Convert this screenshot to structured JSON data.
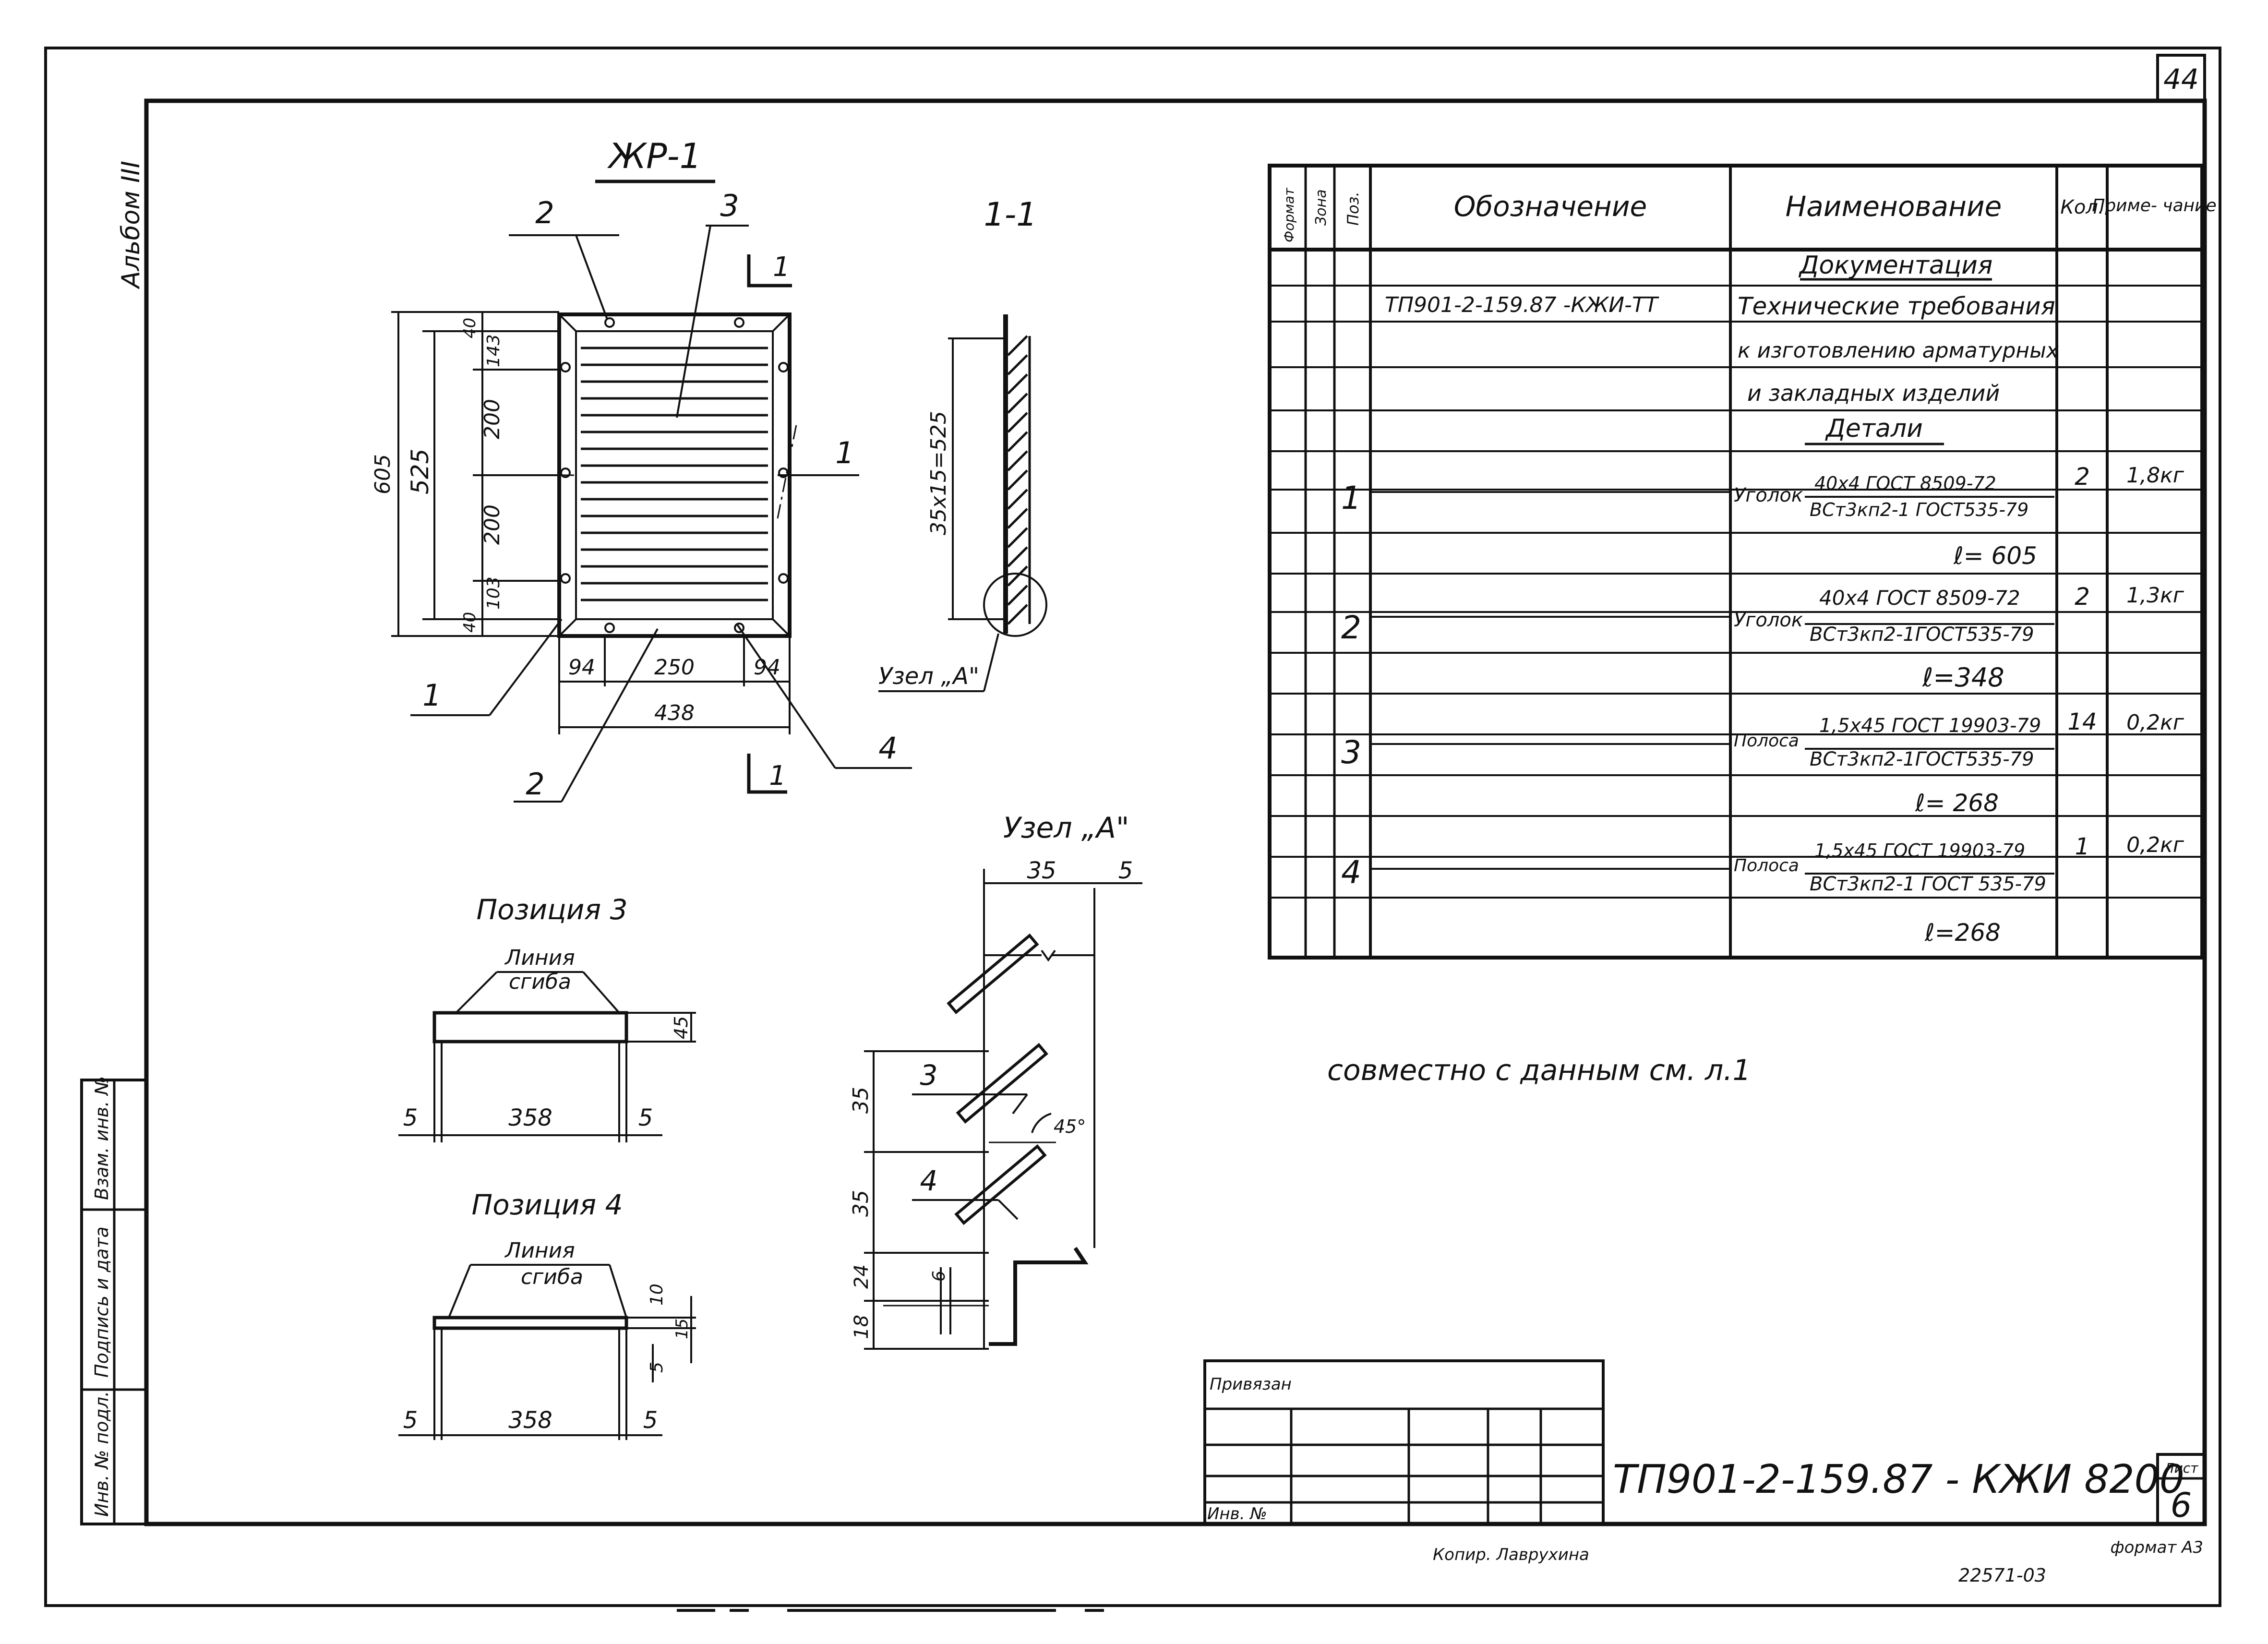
{
  "sheet": {
    "page_number": "44",
    "album": "Альбом III",
    "format": "формат А3",
    "copy": "Копир. Лаврухина",
    "inventory": "22571-03",
    "bottom_code": "ТП901-2-159.87 - КЖИ 8200",
    "list_label": "Лист",
    "list_number": "6",
    "privyazan": "Привязан",
    "inv_no": "Инв. №",
    "side_stamp": [
      "Инв. № подл.",
      "Подпись и дата",
      "Взам. инв. №"
    ]
  },
  "drawing": {
    "main_title": "ЖР-1",
    "section_title": "1-1",
    "section_marks": [
      "1",
      "1",
      "1",
      "1"
    ],
    "dims_vertical": [
      "605",
      "525",
      "40",
      "143",
      "200",
      "200",
      "103",
      "40"
    ],
    "dims_horizontal": [
      "94",
      "250",
      "94",
      "438"
    ],
    "callouts": [
      "2",
      "3",
      "1",
      "1",
      "2",
      "4"
    ],
    "section_dim": "35x15=525",
    "node_ref": "Узел „А\"",
    "node_title": "Узел „А\"",
    "node_dims": [
      "35",
      "5",
      "35",
      "35",
      "24",
      "18",
      "6"
    ],
    "node_callouts": [
      "3",
      "4"
    ],
    "node_angle": "45°",
    "pos3_title": "Позиция 3",
    "pos3_bend": [
      "Линия",
      "сгиба"
    ],
    "pos3_dims": [
      "5",
      "358",
      "5",
      "45"
    ],
    "pos4_title": "Позиция 4",
    "pos4_bend": [
      "Линия",
      "сгиба"
    ],
    "pos4_dims": [
      "5",
      "358",
      "5",
      "10",
      "15",
      "5"
    ],
    "note": "совместно с данным см. л.1"
  },
  "spec": {
    "headers": {
      "format": "Формат",
      "zone": "Зона",
      "pos": "Поз.",
      "designation": "Обозначение",
      "name": "Наименование",
      "qty": "Кол.",
      "note": "Приме- чание"
    },
    "section_docs": "Документация",
    "doc_code": "ТП901-2-159.87 -КЖИ-ТТ",
    "doc_name_lines": [
      "Технические требования",
      "к изготовлению арматурных",
      "и закладных изделий"
    ],
    "section_details": "Детали",
    "rows": [
      {
        "pos": "1",
        "kind": "Уголок",
        "top": "40х4 ГОСТ 8509-72",
        "bottom": "ВСт3кп2-1 ГОСТ535-79",
        "qty": "2",
        "mass": "1,8кг",
        "length": "ℓ= 605"
      },
      {
        "pos": "2",
        "kind": "Уголок",
        "top": "40х4 ГОСТ 8509-72",
        "bottom": "ВСт3кп2-1ГОСТ535-79",
        "qty": "2",
        "mass": "1,3кг",
        "length": "ℓ=348"
      },
      {
        "pos": "3",
        "kind": "Полоса",
        "top": "1,5х45 ГОСТ 19903-79",
        "bottom": "ВСт3кп2-1ГОСТ535-79",
        "qty": "14",
        "mass": "0,2кг",
        "length": "ℓ= 268"
      },
      {
        "pos": "4",
        "kind": "Полоса",
        "top": "1,5х45 ГОСТ 19903-79",
        "bottom": "ВСт3кп2-1 ГОСТ 535-79",
        "qty": "1",
        "mass": "0,2кг",
        "length": "ℓ=268"
      }
    ]
  }
}
